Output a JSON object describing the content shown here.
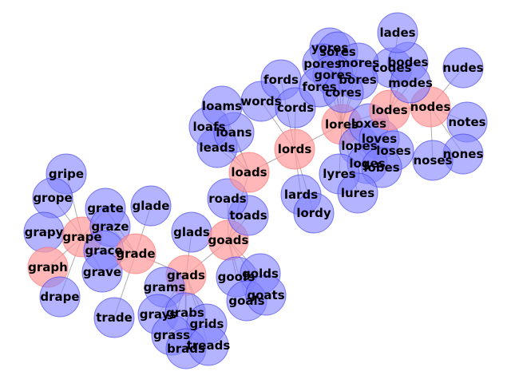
{
  "diagram": {
    "colors": {
      "highlight_fill": "#ff9999",
      "highlight_stroke": "#ff6666",
      "normal_fill": "#8080ff",
      "normal_stroke": "#3333ee",
      "edge": "#888888"
    },
    "nodes": [
      {
        "id": "gripe",
        "label": "gripe",
        "highlight": false
      },
      {
        "id": "grope",
        "label": "grope",
        "highlight": false
      },
      {
        "id": "grapy",
        "label": "grapy",
        "highlight": false
      },
      {
        "id": "grape",
        "label": "grape",
        "highlight": true
      },
      {
        "id": "graph",
        "label": "graph",
        "highlight": true
      },
      {
        "id": "drape",
        "label": "drape",
        "highlight": false
      },
      {
        "id": "grate",
        "label": "grate",
        "highlight": false
      },
      {
        "id": "graze",
        "label": "graze",
        "highlight": false
      },
      {
        "id": "grace",
        "label": "grace",
        "highlight": false
      },
      {
        "id": "grave",
        "label": "grave",
        "highlight": false
      },
      {
        "id": "grade",
        "label": "grade",
        "highlight": true
      },
      {
        "id": "glade",
        "label": "glade",
        "highlight": false
      },
      {
        "id": "glads",
        "label": "glads",
        "highlight": false
      },
      {
        "id": "trade",
        "label": "trade",
        "highlight": false
      },
      {
        "id": "grads",
        "label": "grads",
        "highlight": true
      },
      {
        "id": "grams",
        "label": "grams",
        "highlight": false
      },
      {
        "id": "grays",
        "label": "grays",
        "highlight": false
      },
      {
        "id": "grabs",
        "label": "grabs",
        "highlight": false
      },
      {
        "id": "grids",
        "label": "grids",
        "highlight": false
      },
      {
        "id": "grass",
        "label": "grass",
        "highlight": false
      },
      {
        "id": "brads",
        "label": "brads",
        "highlight": false
      },
      {
        "id": "treads",
        "label": "treads",
        "highlight": false
      },
      {
        "id": "goads",
        "label": "goads",
        "highlight": true
      },
      {
        "id": "goofs",
        "label": "goofs",
        "highlight": false
      },
      {
        "id": "golds",
        "label": "golds",
        "highlight": false
      },
      {
        "id": "goals",
        "label": "goals",
        "highlight": false
      },
      {
        "id": "goats",
        "label": "goats",
        "highlight": false
      },
      {
        "id": "toads",
        "label": "toads",
        "highlight": false
      },
      {
        "id": "roads",
        "label": "roads",
        "highlight": false
      },
      {
        "id": "loads",
        "label": "loads",
        "highlight": true
      },
      {
        "id": "leads",
        "label": "leads",
        "highlight": false
      },
      {
        "id": "loafs",
        "label": "loafs",
        "highlight": false
      },
      {
        "id": "loans",
        "label": "loans",
        "highlight": false
      },
      {
        "id": "loams",
        "label": "loams",
        "highlight": false
      },
      {
        "id": "lords",
        "label": "lords",
        "highlight": true
      },
      {
        "id": "lards",
        "label": "lards",
        "highlight": false
      },
      {
        "id": "lordy",
        "label": "lordy",
        "highlight": false
      },
      {
        "id": "words",
        "label": "words",
        "highlight": false
      },
      {
        "id": "fords",
        "label": "fords",
        "highlight": false
      },
      {
        "id": "cords",
        "label": "cords",
        "highlight": false
      },
      {
        "id": "lores",
        "label": "lores",
        "highlight": true
      },
      {
        "id": "lopes",
        "label": "lopes",
        "highlight": false
      },
      {
        "id": "loxes",
        "label": "loxes",
        "highlight": false
      },
      {
        "id": "loves",
        "label": "loves",
        "highlight": false
      },
      {
        "id": "loses",
        "label": "loses",
        "highlight": false
      },
      {
        "id": "loges",
        "label": "loges",
        "highlight": false
      },
      {
        "id": "lobes",
        "label": "lobes",
        "highlight": false
      },
      {
        "id": "lyres",
        "label": "lyres",
        "highlight": false
      },
      {
        "id": "lures",
        "label": "lures",
        "highlight": false
      },
      {
        "id": "lodes",
        "label": "lodes",
        "highlight": true
      },
      {
        "id": "nodes",
        "label": "nodes",
        "highlight": true
      },
      {
        "id": "codes",
        "label": "codes",
        "highlight": false
      },
      {
        "id": "bodes",
        "label": "bodes",
        "highlight": false
      },
      {
        "id": "modes",
        "label": "modes",
        "highlight": false
      },
      {
        "id": "lades",
        "label": "lades",
        "highlight": false
      },
      {
        "id": "nudes",
        "label": "nudes",
        "highlight": false
      },
      {
        "id": "notes",
        "label": "notes",
        "highlight": false
      },
      {
        "id": "nones",
        "label": "nones",
        "highlight": false
      },
      {
        "id": "noses",
        "label": "noses",
        "highlight": false
      },
      {
        "id": "yores",
        "label": "yores",
        "highlight": false
      },
      {
        "id": "sores",
        "label": "sores",
        "highlight": false
      },
      {
        "id": "pores",
        "label": "pores",
        "highlight": false
      },
      {
        "id": "mores",
        "label": "mores",
        "highlight": false
      },
      {
        "id": "gores",
        "label": "gores",
        "highlight": false
      },
      {
        "id": "bores",
        "label": "bores",
        "highlight": false
      },
      {
        "id": "fores",
        "label": "fores",
        "highlight": false
      },
      {
        "id": "cores",
        "label": "cores",
        "highlight": false
      }
    ],
    "edges": [
      [
        "graph",
        "grape"
      ],
      [
        "grape",
        "gripe"
      ],
      [
        "grape",
        "grope"
      ],
      [
        "grape",
        "grapy"
      ],
      [
        "grape",
        "drape"
      ],
      [
        "grape",
        "grate"
      ],
      [
        "grape",
        "graze"
      ],
      [
        "grape",
        "grace"
      ],
      [
        "grape",
        "grave"
      ],
      [
        "grape",
        "grade"
      ],
      [
        "grade",
        "grate"
      ],
      [
        "grade",
        "graze"
      ],
      [
        "grade",
        "grace"
      ],
      [
        "grade",
        "grave"
      ],
      [
        "grade",
        "glade"
      ],
      [
        "grade",
        "trade"
      ],
      [
        "grade",
        "grads"
      ],
      [
        "grads",
        "glads"
      ],
      [
        "grads",
        "grams"
      ],
      [
        "grads",
        "grays"
      ],
      [
        "grads",
        "grabs"
      ],
      [
        "grads",
        "grids"
      ],
      [
        "grads",
        "grass"
      ],
      [
        "grads",
        "brads"
      ],
      [
        "grads",
        "treads"
      ],
      [
        "grads",
        "goads"
      ],
      [
        "goads",
        "goofs"
      ],
      [
        "goads",
        "golds"
      ],
      [
        "goads",
        "goals"
      ],
      [
        "goads",
        "goats"
      ],
      [
        "goads",
        "toads"
      ],
      [
        "goads",
        "roads"
      ],
      [
        "goads",
        "loads"
      ],
      [
        "loads",
        "leads"
      ],
      [
        "loads",
        "loafs"
      ],
      [
        "loads",
        "loans"
      ],
      [
        "loads",
        "loams"
      ],
      [
        "loads",
        "lords"
      ],
      [
        "lords",
        "lards"
      ],
      [
        "lords",
        "lordy"
      ],
      [
        "lords",
        "words"
      ],
      [
        "lords",
        "fords"
      ],
      [
        "lords",
        "cords"
      ],
      [
        "lords",
        "lores"
      ],
      [
        "lores",
        "lopes"
      ],
      [
        "lores",
        "loxes"
      ],
      [
        "lores",
        "loves"
      ],
      [
        "lores",
        "loses"
      ],
      [
        "lores",
        "loges"
      ],
      [
        "lores",
        "lobes"
      ],
      [
        "lores",
        "lyres"
      ],
      [
        "lores",
        "lures"
      ],
      [
        "lores",
        "yores"
      ],
      [
        "lores",
        "sores"
      ],
      [
        "lores",
        "pores"
      ],
      [
        "lores",
        "mores"
      ],
      [
        "lores",
        "gores"
      ],
      [
        "lores",
        "bores"
      ],
      [
        "lores",
        "fores"
      ],
      [
        "lores",
        "cores"
      ],
      [
        "lores",
        "lodes"
      ],
      [
        "lodes",
        "nodes"
      ],
      [
        "lodes",
        "codes"
      ],
      [
        "lodes",
        "bodes"
      ],
      [
        "lodes",
        "modes"
      ],
      [
        "lodes",
        "lades"
      ],
      [
        "nodes",
        "nudes"
      ],
      [
        "nodes",
        "notes"
      ],
      [
        "nodes",
        "nones"
      ],
      [
        "nodes",
        "noses"
      ]
    ]
  }
}
